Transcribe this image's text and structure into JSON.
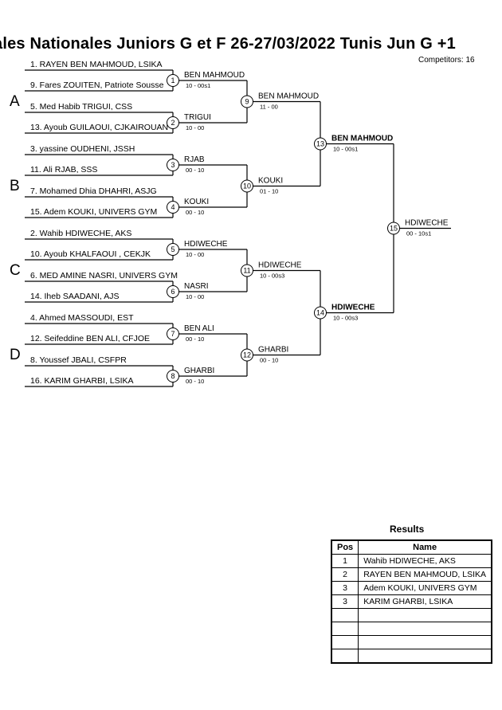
{
  "header": {
    "title": "ales Nationales Juniors G et F  26-27/03/2022  Tunis   Jun G  +1",
    "competitors": "Competitors: 16"
  },
  "groups": [
    "A",
    "B",
    "C",
    "D"
  ],
  "entries": [
    "1. RAYEN BEN MAHMOUD, LSIKA",
    "9. Fares ZOUITEN, Patriote Sousse",
    "5. Med Habib TRIGUI, CSS",
    "13. Ayoub GUILAOUI, CJKAIROUAN",
    "3. yassine OUDHENI, JSSH",
    "11. Ali RJAB, SSS",
    "7. Mohamed Dhia DHAHRI, ASJG",
    "15. Adem KOUKI, UNIVERS GYM",
    "2. Wahib HDIWECHE, AKS",
    "10. Ayoub KHALFAOUI , CEKJK",
    "6. MED AMINE NASRI, UNIVERS GYM",
    "14. Iheb SAADANI, AJS",
    "4. Ahmed MASSOUDI, EST",
    "12. Seifeddine BEN ALI, CFJOE",
    "8. Youssef JBALI, CSFPR",
    "16. KARIM GHARBI, LSIKA"
  ],
  "round1": [
    {
      "num": "1",
      "winner": "BEN MAHMOUD",
      "score": "10 - 00s1"
    },
    {
      "num": "2",
      "winner": "TRIGUI",
      "score": "10 - 00"
    },
    {
      "num": "3",
      "winner": "RJAB",
      "score": "00 - 10"
    },
    {
      "num": "4",
      "winner": "KOUKI",
      "score": "00 - 10"
    },
    {
      "num": "5",
      "winner": "HDIWECHE",
      "score": "10 - 00"
    },
    {
      "num": "6",
      "winner": "NASRI",
      "score": "10 - 00"
    },
    {
      "num": "7",
      "winner": "BEN ALI",
      "score": "00 - 10"
    },
    {
      "num": "8",
      "winner": "GHARBI",
      "score": "00 - 10"
    }
  ],
  "round2": [
    {
      "num": "9",
      "winner": "BEN MAHMOUD",
      "score": "11 - 00"
    },
    {
      "num": "10",
      "winner": "KOUKI",
      "score": "01 - 10"
    },
    {
      "num": "11",
      "winner": "HDIWECHE",
      "score": "10 - 00s3"
    },
    {
      "num": "12",
      "winner": "GHARBI",
      "score": "00 - 10"
    }
  ],
  "semis": [
    {
      "num": "13",
      "winner": "BEN MAHMOUD",
      "score": "10 - 00s1"
    },
    {
      "num": "14",
      "winner": "HDIWECHE",
      "score": "10 - 00s3"
    }
  ],
  "final": {
    "num": "15",
    "winner": "HDIWECHE",
    "score": "00 - 10s1"
  },
  "results": {
    "title": "Results",
    "col_pos": "Pos",
    "col_name": "Name",
    "rows": [
      {
        "pos": "1",
        "name": "Wahib HDIWECHE, AKS"
      },
      {
        "pos": "2",
        "name": "RAYEN BEN MAHMOUD, LSIKA"
      },
      {
        "pos": "3",
        "name": "Adem KOUKI, UNIVERS GYM"
      },
      {
        "pos": "3",
        "name": "KARIM GHARBI, LSIKA"
      }
    ]
  }
}
